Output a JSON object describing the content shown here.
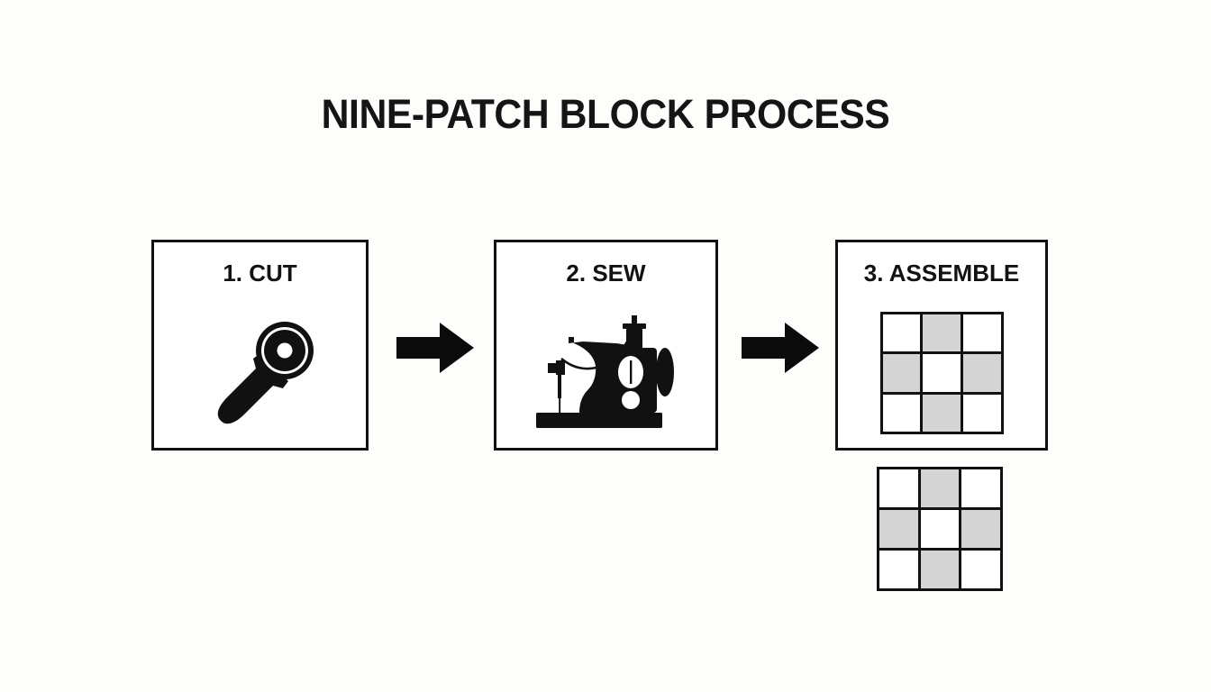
{
  "page": {
    "title": "NINE-PATCH BLOCK PROCESS",
    "background_color": "#fdfdfc",
    "ink_color": "#111111"
  },
  "steps": [
    {
      "label": "1. CUT",
      "icon": "rotary-cutter-icon"
    },
    {
      "label": "2. SEW",
      "icon": "sewing-machine-icon"
    },
    {
      "label": "3. ASSEMBLE",
      "icon": "nine-patch-grid-icon"
    }
  ],
  "arrows": [
    {
      "name": "arrow-step1-to-step2",
      "direction": "right"
    },
    {
      "name": "arrow-step2-to-step3",
      "direction": "right"
    }
  ],
  "nine_patch": {
    "rows": 3,
    "columns": 3,
    "light_color": "#ffffff",
    "dark_color": "#d4d4d4",
    "grid_line_color": "#111111",
    "pattern": [
      [
        "light",
        "dark",
        "light"
      ],
      [
        "dark",
        "light",
        "dark"
      ],
      [
        "light",
        "dark",
        "light"
      ]
    ]
  }
}
